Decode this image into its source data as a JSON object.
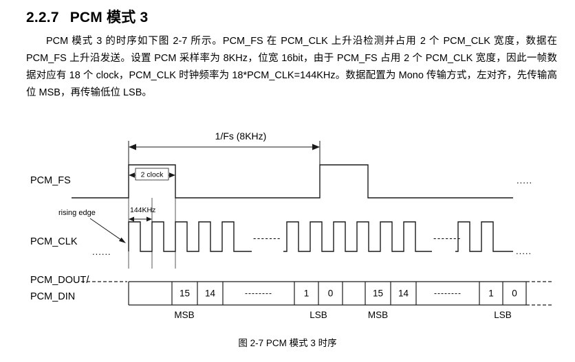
{
  "heading": {
    "number": "2.2.7",
    "title": "PCM 模式 3"
  },
  "paragraph": "PCM 模式 3 的时序如下图 2-7 所示。PCM_FS 在 PCM_CLK 上升沿检测并占用 2 个 PCM_CLK 宽度，数据在 PCM_FS 上升沿发送。设置 PCM 采样率为 8KHz，位宽 16bit，由于 PCM_FS 占用 2 个 PCM_CLK 宽度，因此一帧数据对应有 18 个 clock，PCM_CLK 时钟频率为 18*PCM_CLK=144KHz。数据配置为 Mono 传输方式，左对齐，先传输高位 MSB，再传输低位 LSB。",
  "caption": "图 2-7 PCM 模式 3 时序",
  "diagram": {
    "signals": {
      "fs": "PCM_FS",
      "clk": "PCM_CLK",
      "dout": "PCM_DOUT/",
      "din": "PCM_DIN"
    },
    "annotations": {
      "frame_period": "1/Fs (8KHz)",
      "fs_width": "2 clock",
      "rising_edge": "rising edge",
      "clk_freq": "144KHz",
      "msb": "MSB",
      "lsb": "LSB"
    },
    "continuation": {
      "dots": ".....",
      "dots_long": "......",
      "gap_dashes": "-------"
    },
    "cells": [
      "15",
      "14",
      "--------",
      "1",
      "0"
    ]
  }
}
